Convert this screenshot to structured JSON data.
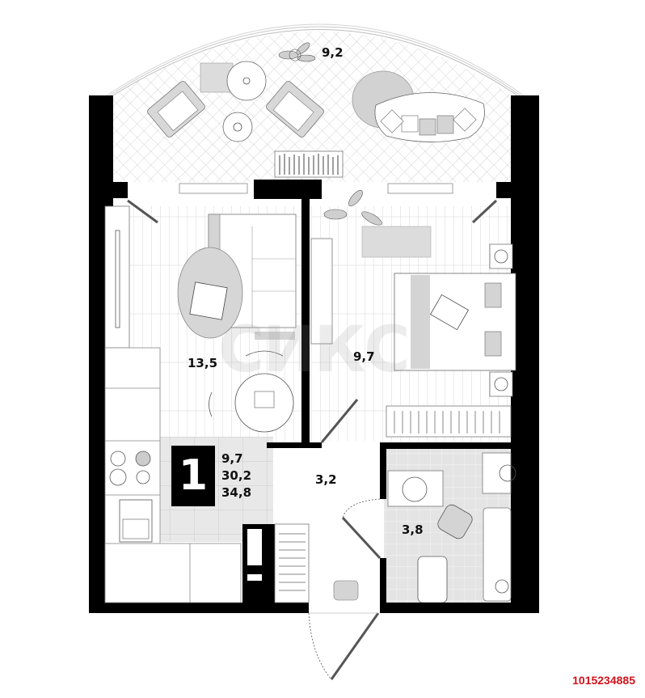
{
  "plan": {
    "rooms": [
      {
        "id": "balcony",
        "label": "9,2"
      },
      {
        "id": "living-kitchen",
        "label": "13,5"
      },
      {
        "id": "bedroom",
        "label": "9,7"
      },
      {
        "id": "hallway",
        "label": "3,2"
      },
      {
        "id": "bathroom",
        "label": "3,8"
      }
    ],
    "summary": {
      "rooms_count": "1",
      "areas": [
        "9,7",
        "30,2",
        "34,8"
      ]
    },
    "watermark": "СИКС",
    "colors": {
      "wall": "#000000",
      "floor_line": "#bdbdbd",
      "furniture_fill": "#d6d6d6",
      "tile": "#e3e3e3",
      "listing_id": "#d0121b"
    }
  },
  "listing_id": "1015234885"
}
